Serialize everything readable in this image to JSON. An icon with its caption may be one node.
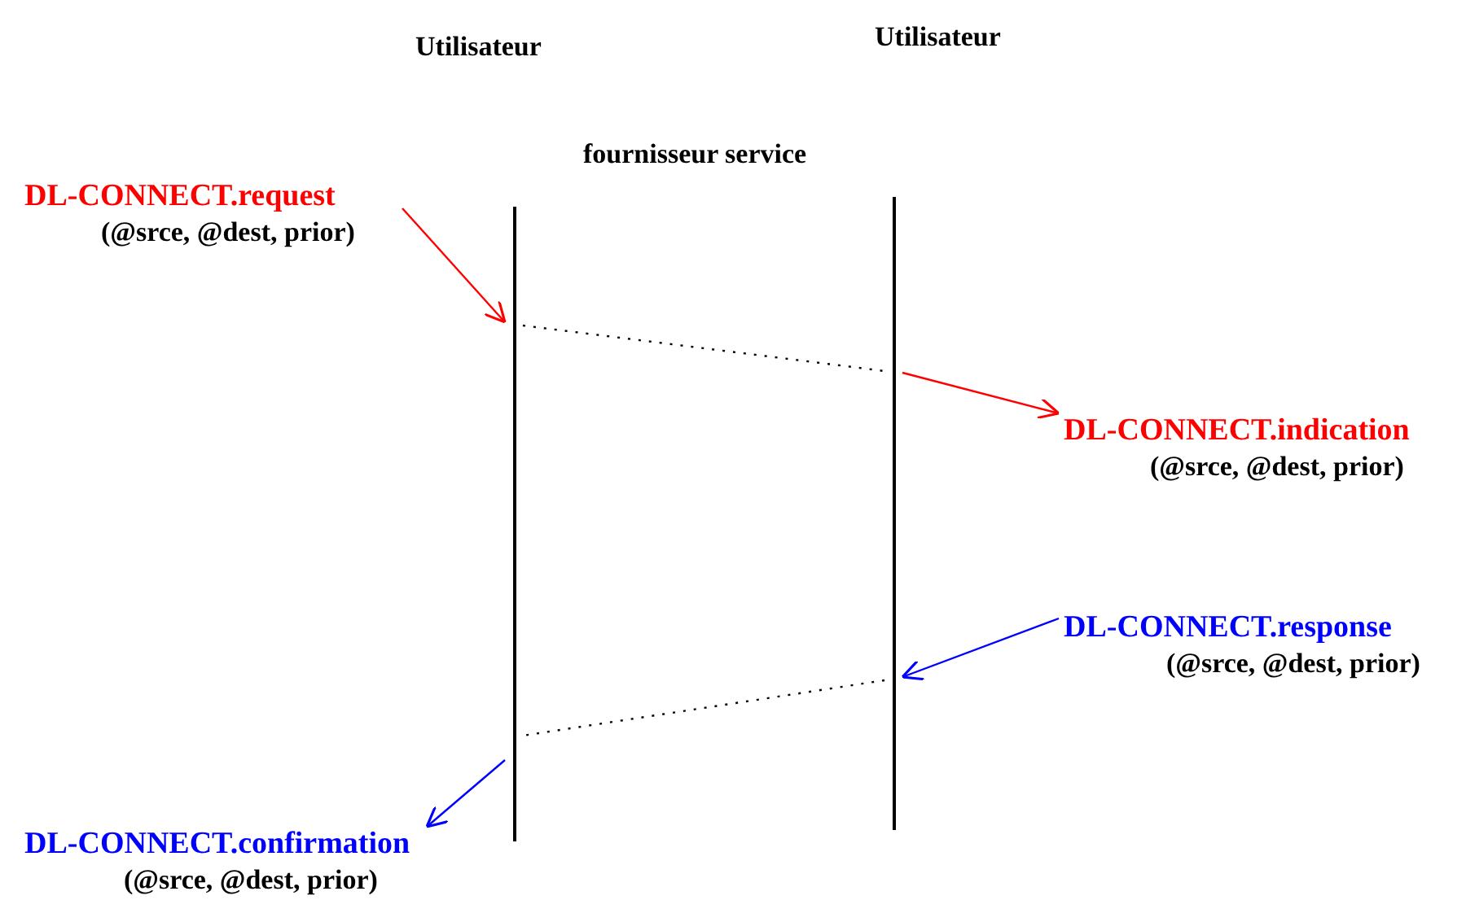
{
  "diagram": {
    "nodes": [
      {
        "text": [
          "DL-CONNECT.request",
          "(@srce, @dest, prior)"
        ]
      },
      {
        "text": [
          "DL-CONNECT.indication",
          "(@srce, @dest, prior)"
        ]
      },
      {
        "text": [
          "DL-CONNECT.response",
          "(@srce, @dest, prior)"
        ]
      },
      {
        "text": [
          "DL-CONNECT.confirmation",
          "(@srce, @dest, prior)"
        ]
      },
      {
        "text": [],
        "shape": "bar"
      },
      {
        "text": [],
        "shape": "bar"
      }
    ],
    "edges": [
      {
        "from": 0,
        "to": 4,
        "arrow": "to",
        "color": "#ff0000"
      },
      {
        "from": 4,
        "to": 5,
        "arrow": "none",
        "style": "dashed",
        "color": "#000000"
      },
      {
        "from": 5,
        "to": 1,
        "arrow": "to",
        "color": "#ff0000"
      },
      {
        "from": 2,
        "to": 5,
        "arrow": "to",
        "color": "#0000ff"
      },
      {
        "from": 5,
        "to": 4,
        "arrow": "none",
        "style": "dashed",
        "color": "#000000"
      },
      {
        "from": 4,
        "to": 3,
        "arrow": "to",
        "color": "#0000ff"
      }
    ],
    "labels": [
      "Utilisateur",
      "Utilisateur",
      "fournisseur service"
    ]
  }
}
